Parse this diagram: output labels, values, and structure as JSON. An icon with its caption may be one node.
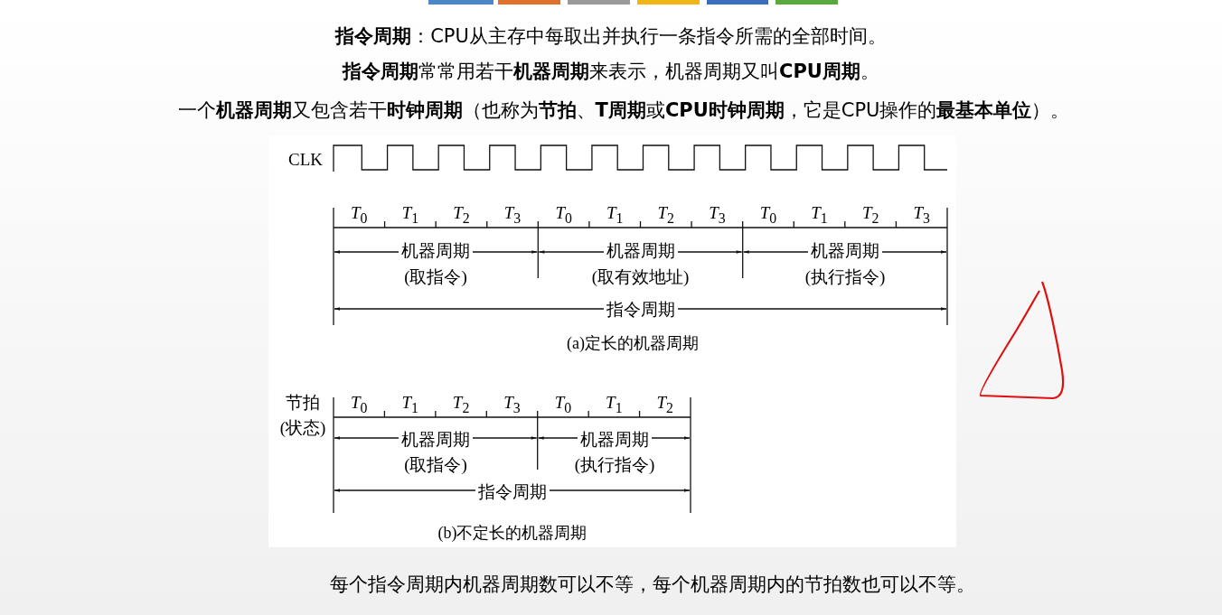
{
  "diagram": {
    "labels": [
      "**指令周期**：CPU从主存中每取出并执行一条指令所需的全部时间。",
      "**指令周期**常常用若干**机器周期**来表示，机器周期又叫**CPU周期**。",
      "一个**机器周期**又包含若干**时钟周期**（也称为**节拍**、**T周期**或**CPU时钟周期**，它是CPU操作的**最基本单位**）。",
      "CLK",
      "*T*$_{0}$",
      "*T*$_{1}$",
      "*T*$_{2}$",
      "*T*$_{3}$",
      "*T*$_{0}$",
      "*T*$_{1}$",
      "*T*$_{2}$",
      "*T*$_{3}$",
      "*T*$_{0}$",
      "*T*$_{1}$",
      "*T*$_{2}$",
      "*T*$_{3}$",
      "机器周期",
      "(取指令)",
      "机器周期",
      "(取有效地址)",
      "机器周期",
      "(执行指令)",
      "指令周期",
      "(a)定长的机器周期",
      "节拍",
      "(状态)",
      "*T*$_{0}$",
      "*T*$_{1}$",
      "*T*$_{2}$",
      "*T*$_{3}$",
      "*T*$_{0}$",
      "*T*$_{1}$",
      "*T*$_{2}$",
      "机器周期",
      "(取指令)",
      "机器周期",
      "(执行指令)",
      "指令周期",
      "(b)不定长的机器周期",
      "每个指令周期内机器周期数可以不等，每个机器周期内的节拍数也可以不等。"
    ]
  }
}
